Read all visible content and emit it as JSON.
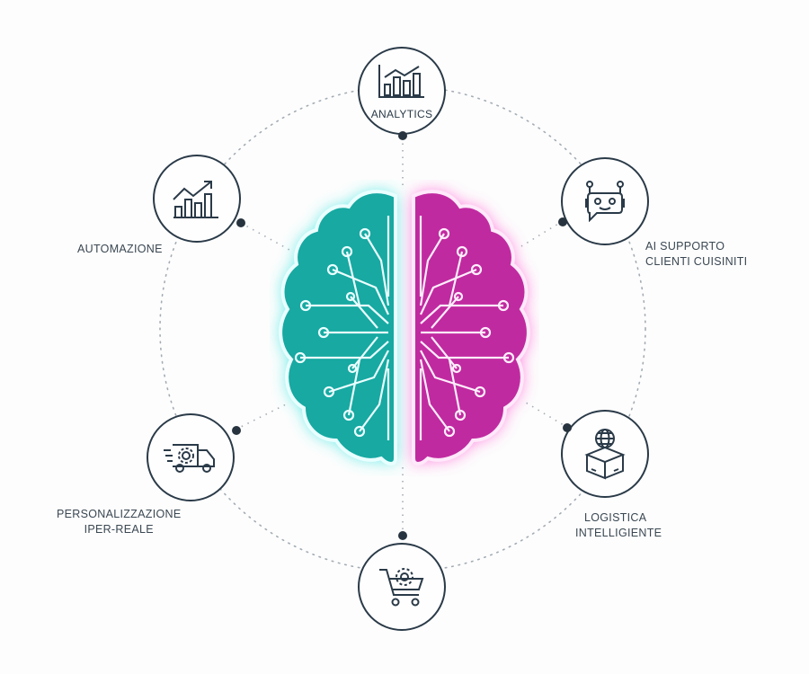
{
  "diagram": {
    "center": {
      "name": "ai-brain",
      "left_color": "#17b8b0",
      "right_color": "#cc2ea8",
      "glow_left": "#39e6e0",
      "glow_right": "#ff4fd0"
    },
    "nodes": [
      {
        "id": "analytics",
        "label": "ANALYTICS",
        "icon": "bar-chart-line-icon"
      },
      {
        "id": "automazione",
        "label": "AUTOMAZIONE",
        "icon": "growth-chart-arrow-icon"
      },
      {
        "id": "supporto",
        "label_line1": "AI SUPPORTO",
        "label_line2": "CLIENTI CUISINITI",
        "icon": "chatbot-icon"
      },
      {
        "id": "personalizzazione",
        "label_line1": "PERSONALIZZAZIONE",
        "label_line2": "IPER-REALE",
        "icon": "delivery-truck-gear-icon"
      },
      {
        "id": "logistica",
        "label_line1": "LOGISTICA",
        "label_line2": "INTELLIGIENTE",
        "icon": "globe-box-icon"
      },
      {
        "id": "ecommerce",
        "label": "",
        "icon": "cart-gear-icon"
      }
    ],
    "colors": {
      "stroke": "#2a3a48",
      "dotted": "#9aa4ad",
      "text": "#3a4752"
    }
  }
}
